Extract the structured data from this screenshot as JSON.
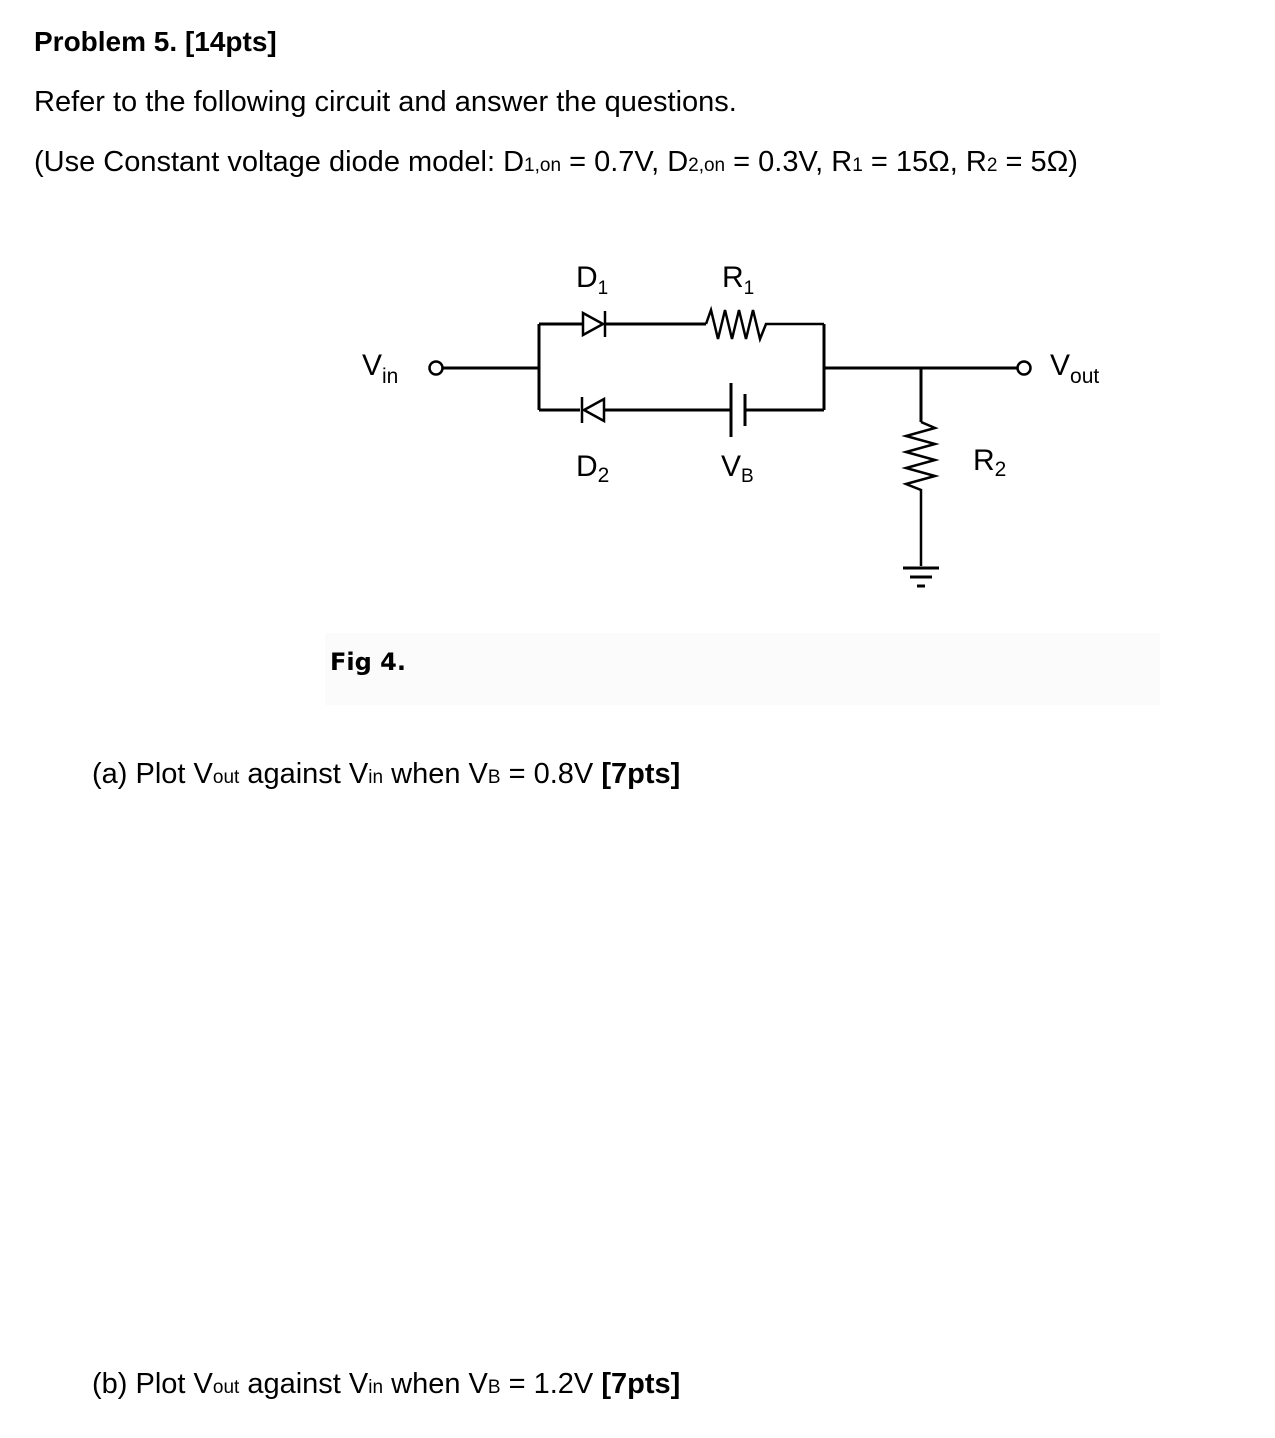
{
  "problem": {
    "title": "Problem 5. [14pts]",
    "intro": "Refer to the following circuit and answer the questions.",
    "given": {
      "open": "(Use Constant voltage diode model: D",
      "d1_sub": "1,on",
      "d1_val": " = 0.7V, D",
      "d2_sub": "2,on",
      "d2_val": " = 0.3V, R",
      "r1_sub": "1",
      "r1_val": " = 15Ω, R",
      "r2_sub": "2",
      "r2_val": " = 5Ω)"
    }
  },
  "circuit": {
    "vin": {
      "main": "V",
      "sub": "in"
    },
    "vout": {
      "main": "V",
      "sub": "out"
    },
    "d1": {
      "main": "D",
      "sub": "1"
    },
    "d2": {
      "main": "D",
      "sub": "2"
    },
    "r1": {
      "main": "R",
      "sub": "1"
    },
    "r2": {
      "main": "R",
      "sub": "2"
    },
    "vb": {
      "main": "V",
      "sub": "B"
    }
  },
  "figure_caption": "Fig 4.",
  "questions": {
    "a": {
      "p1": "(a) Plot V",
      "s1": "out",
      "p2": " against V",
      "s2": "in",
      "p3": " when V",
      "s3": "B",
      "p4": " = 0.8V ",
      "pts": "[7pts]"
    },
    "b": {
      "p1": "(b) Plot V",
      "s1": "out",
      "p2": " against V",
      "s2": "in",
      "p3": " when V",
      "s3": "B",
      "p4": " = 1.2V ",
      "pts": "[7pts]"
    }
  }
}
